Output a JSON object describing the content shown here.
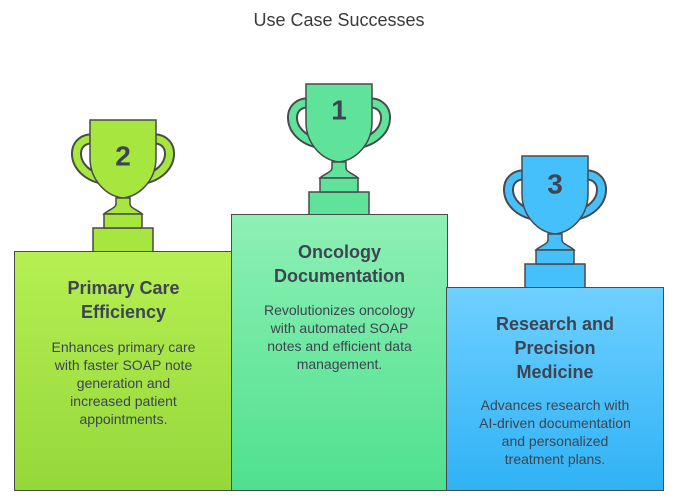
{
  "title": "Use Case Successes",
  "podiums": [
    {
      "rank": "1",
      "title_lines": [
        "Oncology",
        "Documentation"
      ],
      "desc_lines": [
        "Revolutionizes oncology",
        "with automated SOAP",
        "notes and efficient data",
        "management."
      ],
      "colors": {
        "top": "#8ef0b4",
        "bottom": "#4fe08f",
        "trophy": "#5fe39a"
      }
    },
    {
      "rank": "2",
      "title_lines": [
        "Primary Care",
        "Efficiency"
      ],
      "desc_lines": [
        "Enhances primary care",
        "with faster SOAP note",
        "generation and",
        "increased patient",
        "appointments."
      ],
      "colors": {
        "top": "#b6ef52",
        "bottom": "#95d83a",
        "trophy": "#a6e63e"
      }
    },
    {
      "rank": "3",
      "title_lines": [
        "Research and",
        "Precision",
        "Medicine"
      ],
      "desc_lines": [
        "Advances research with",
        "AI-driven documentation",
        "and personalized",
        "treatment plans."
      ],
      "colors": {
        "top": "#6fd0ff",
        "bottom": "#2fb2f5",
        "trophy": "#45c0fb"
      }
    }
  ]
}
